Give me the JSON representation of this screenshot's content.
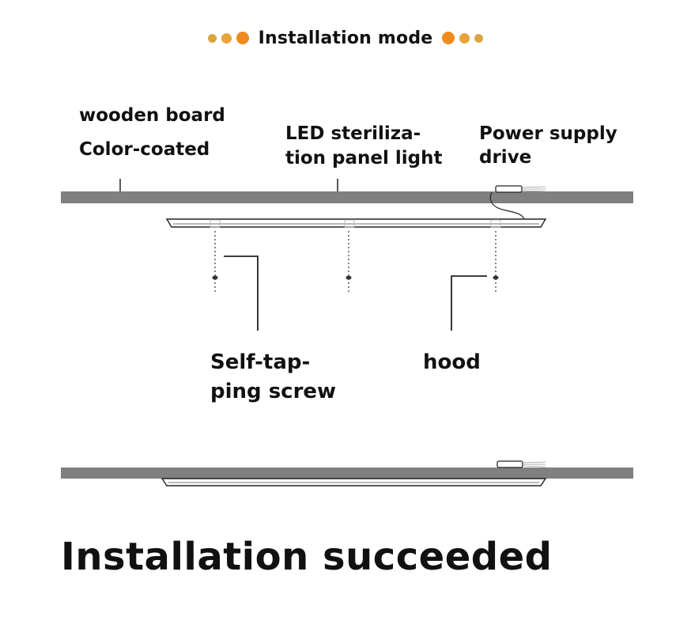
{
  "header": {
    "title": "Installation mode",
    "dot_colors": [
      "#d9a441",
      "#e8a33c",
      "#f08a1c"
    ]
  },
  "labels": {
    "wooden_board": "wooden board",
    "color_coated": "Color-coated",
    "led_line1": "LED steriliza-",
    "led_line2": "tion panel light",
    "power_line1": "Power supply",
    "power_line2": "drive",
    "screw_line1": "Self-tap-",
    "screw_line2": "ping screw",
    "hood": "hood"
  },
  "footer": {
    "title": "Installation succeeded"
  },
  "colors": {
    "board": "#808080",
    "line": "#222222"
  }
}
